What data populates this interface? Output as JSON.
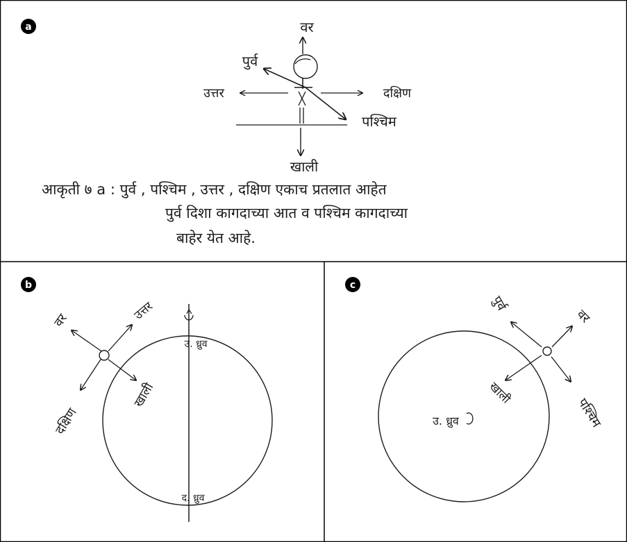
{
  "panels": {
    "a": {
      "label": "a",
      "directions": {
        "up": "वर",
        "east": "पुर्व",
        "north": "उत्तर",
        "south": "दक्षिण",
        "west": "पश्चिम",
        "down": "खाली"
      },
      "caption": {
        "line1": "आकृती ७ a : पुर्व , पश्चिम , उत्तर , दक्षिण एकाच प्रतलात आहेत",
        "line2": "पुर्व दिशा कागदाच्या आत व पश्चिम कागदाच्या",
        "line3": "बाहेर येत आहे."
      }
    },
    "b": {
      "label": "b",
      "directions": {
        "up": "वर",
        "north": "उत्तर",
        "down": "खाली",
        "south": "दक्षिण"
      },
      "north_pole": "उ. ध्रुव",
      "south_pole": "द. ध्रुव"
    },
    "c": {
      "label": "c",
      "directions": {
        "east": "पुर्व",
        "up": "वर",
        "down": "खाली",
        "west": "पश्चिम"
      },
      "north_pole": "उ. ध्रुव"
    }
  },
  "colors": {
    "ink": "#1a1a1a",
    "label_bg": "#000000",
    "label_fg": "#ffffff",
    "border": "#000000"
  }
}
